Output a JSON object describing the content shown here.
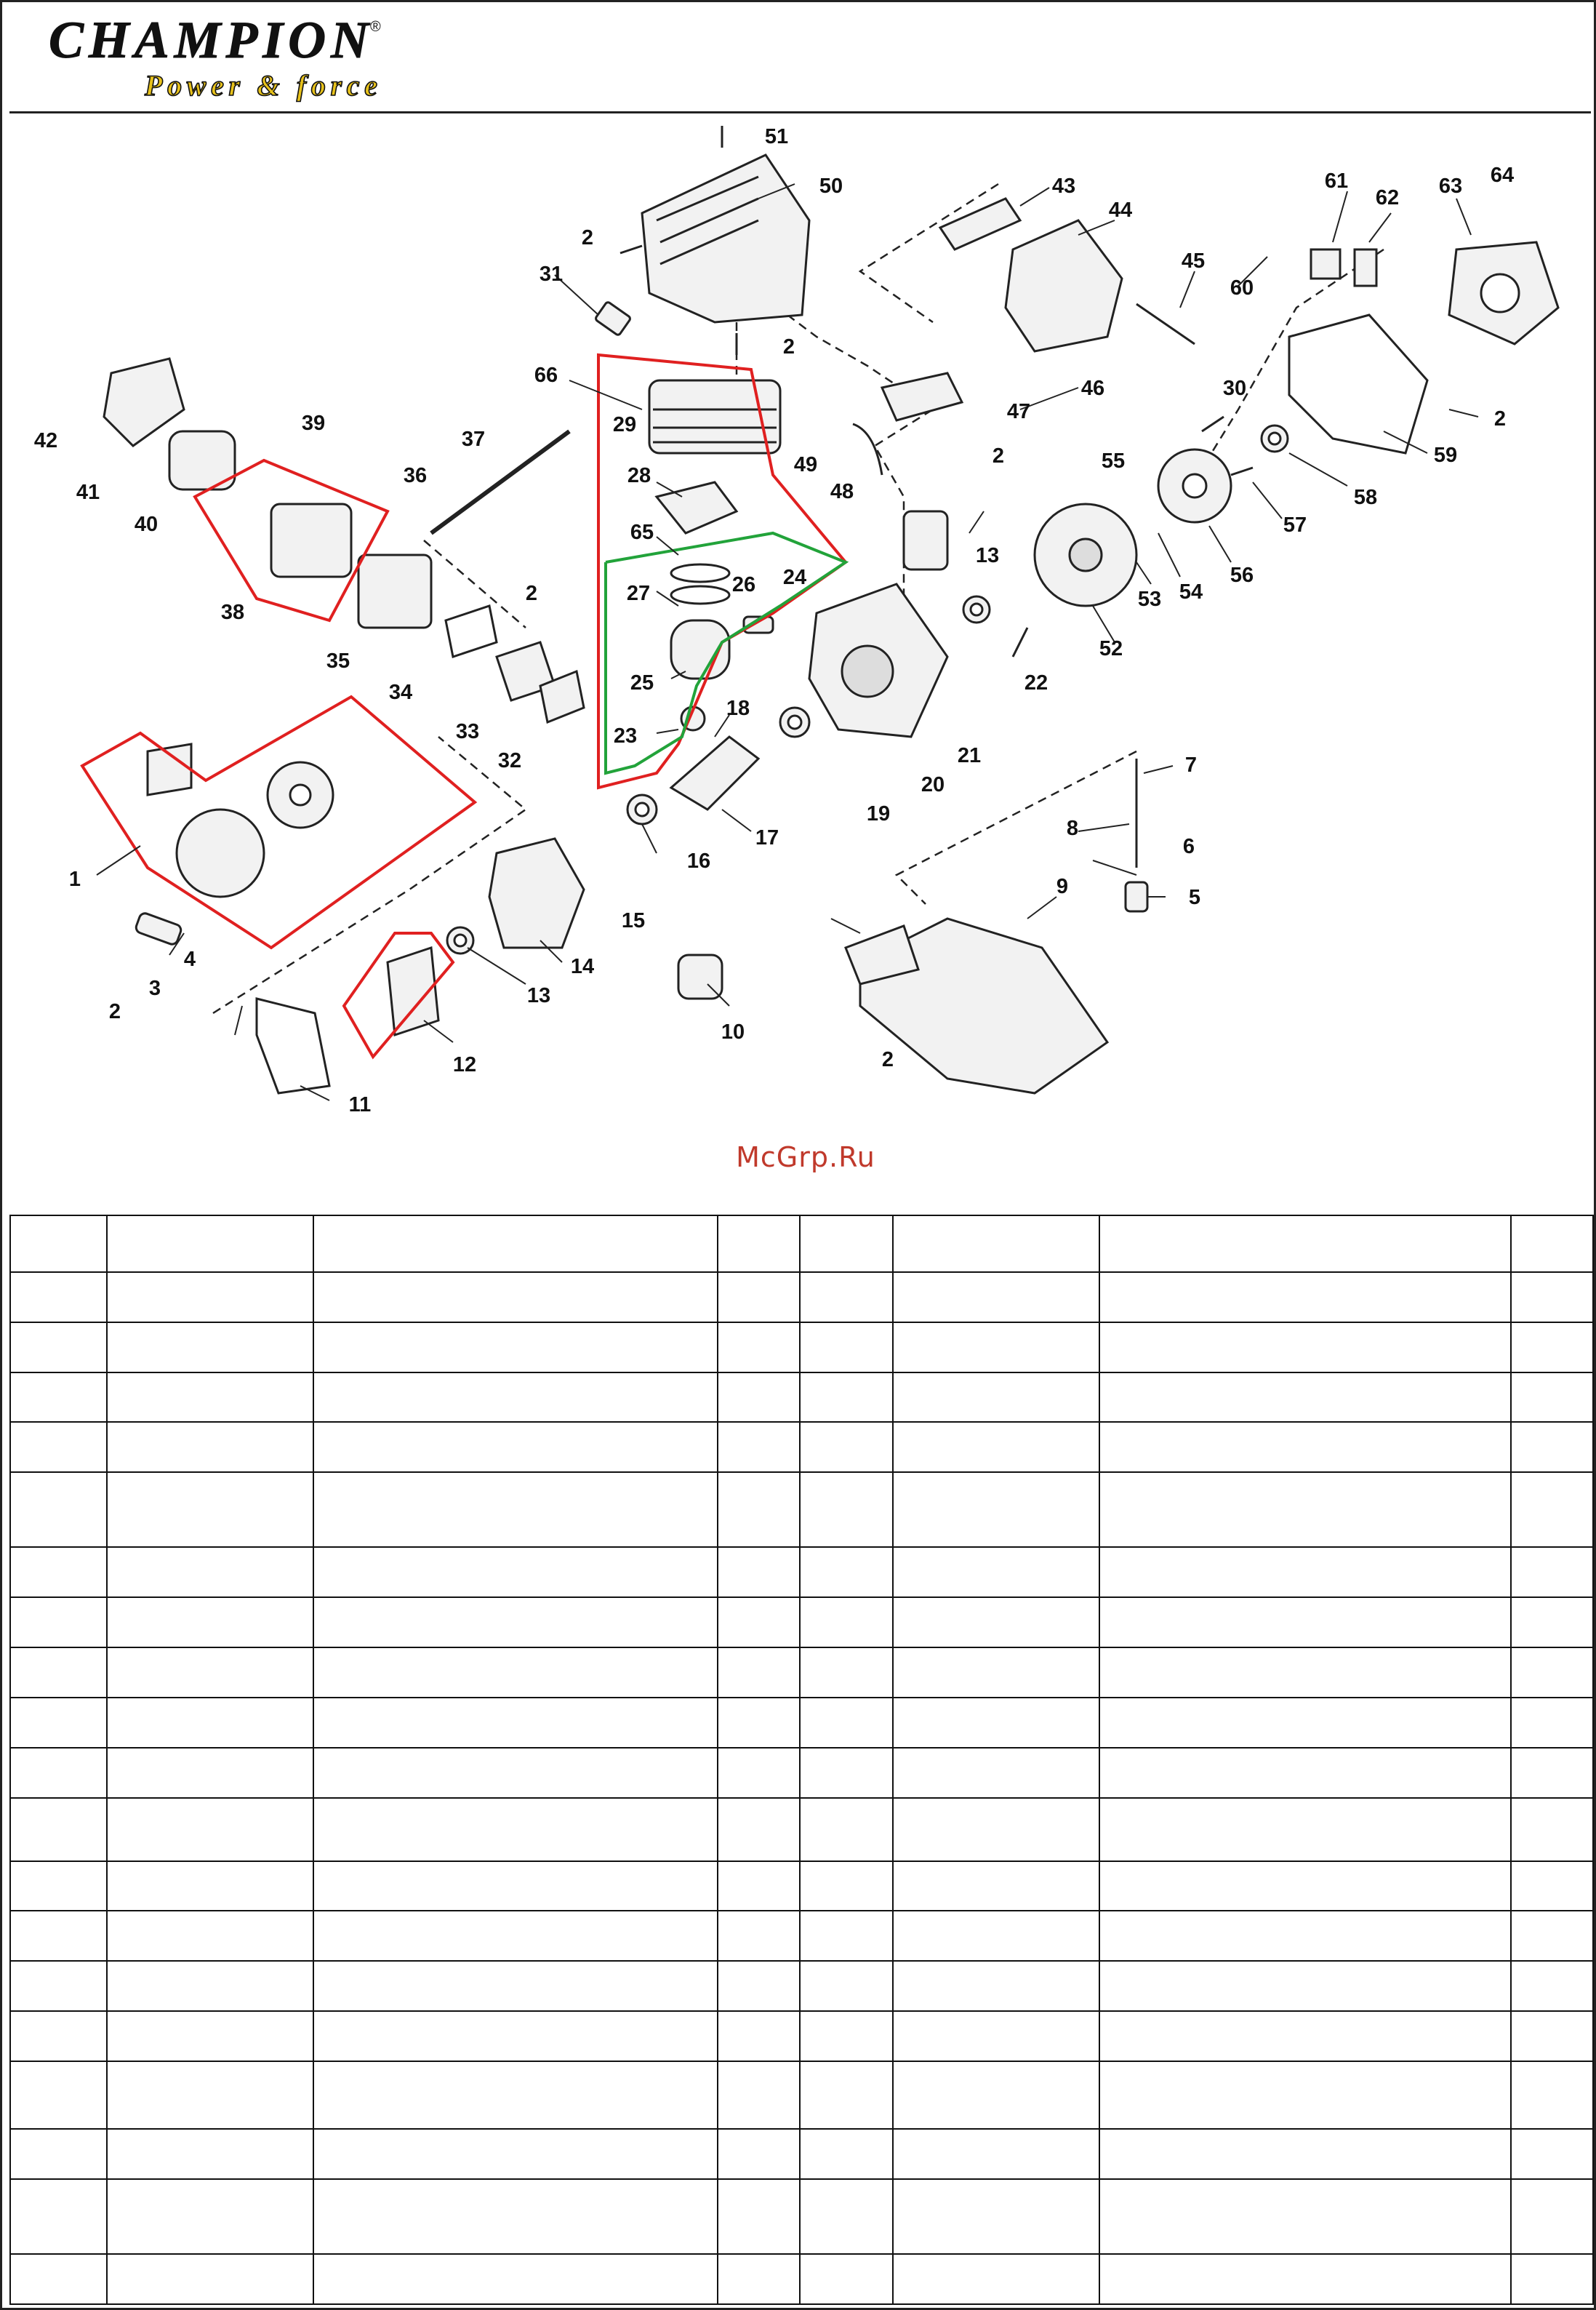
{
  "brand": {
    "name": "CHAMPION",
    "tagline": "Power & force",
    "registered_mark": "®"
  },
  "watermark": "McGrp.Ru",
  "diagram": {
    "callouts": [
      "1",
      "2",
      "3",
      "4",
      "5",
      "6",
      "7",
      "8",
      "9",
      "10",
      "11",
      "12",
      "13",
      "14",
      "15",
      "16",
      "17",
      "18",
      "19",
      "20",
      "21",
      "22",
      "23",
      "24",
      "25",
      "26",
      "27",
      "28",
      "29",
      "30",
      "31",
      "32",
      "33",
      "34",
      "35",
      "36",
      "37",
      "38",
      "39",
      "40",
      "41",
      "42",
      "43",
      "44",
      "45",
      "46",
      "47",
      "48",
      "49",
      "50",
      "51",
      "52",
      "53",
      "54",
      "55",
      "56",
      "57",
      "58",
      "59",
      "60",
      "61",
      "62",
      "63",
      "64",
      "65",
      "66"
    ],
    "highlight_colors": {
      "red": "#e02020",
      "green": "#22a33a"
    }
  },
  "parts_table": {
    "columns": [
      "",
      "",
      "",
      "",
      "",
      "",
      "",
      ""
    ],
    "rows": [
      [
        "",
        "",
        "",
        "",
        "",
        "",
        "",
        ""
      ],
      [
        "",
        "",
        "",
        "",
        "",
        "",
        "",
        ""
      ],
      [
        "",
        "",
        "",
        "",
        "",
        "",
        "",
        ""
      ],
      [
        "",
        "",
        "",
        "",
        "",
        "",
        "",
        ""
      ],
      [
        "",
        "",
        "",
        "",
        "",
        "",
        "",
        ""
      ],
      [
        "",
        "",
        "",
        "",
        "",
        "",
        "",
        ""
      ],
      [
        "",
        "",
        "",
        "",
        "",
        "",
        "",
        ""
      ],
      [
        "",
        "",
        "",
        "",
        "",
        "",
        "",
        ""
      ],
      [
        "",
        "",
        "",
        "",
        "",
        "",
        "",
        ""
      ],
      [
        "",
        "",
        "",
        "",
        "",
        "",
        "",
        ""
      ],
      [
        "",
        "",
        "",
        "",
        "",
        "",
        "",
        ""
      ],
      [
        "",
        "",
        "",
        "",
        "",
        "",
        "",
        ""
      ],
      [
        "",
        "",
        "",
        "",
        "",
        "",
        "",
        ""
      ],
      [
        "",
        "",
        "",
        "",
        "",
        "",
        "",
        ""
      ],
      [
        "",
        "",
        "",
        "",
        "",
        "",
        "",
        ""
      ],
      [
        "",
        "",
        "",
        "",
        "",
        "",
        "",
        ""
      ],
      [
        "",
        "",
        "",
        "",
        "",
        "",
        "",
        ""
      ],
      [
        "",
        "",
        "",
        "",
        "",
        "",
        "",
        ""
      ],
      [
        "",
        "",
        "",
        "",
        "",
        "",
        "",
        ""
      ],
      [
        "",
        "",
        "",
        "",
        "",
        "",
        "",
        ""
      ]
    ]
  }
}
